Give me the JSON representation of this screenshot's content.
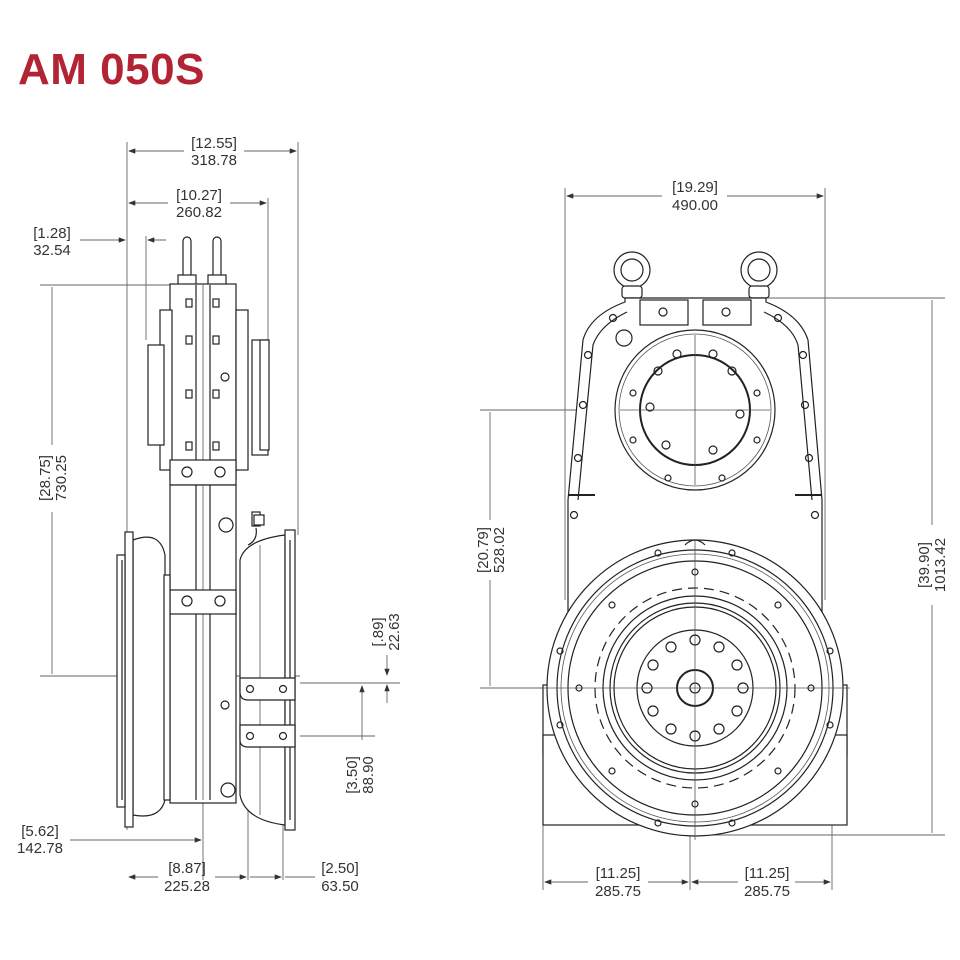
{
  "title": "AM 050S",
  "colors": {
    "title": "#b22333",
    "linework": "#222222",
    "dimension_text": "#333333"
  },
  "side_view": {
    "dimensions": {
      "overall_width": {
        "inch": "[12.55]",
        "mm": "318.78"
      },
      "housing_width": {
        "inch": "[10.27]",
        "mm": "260.82"
      },
      "offset_top": {
        "inch": "[1.28]",
        "mm": "32.54"
      },
      "height_to_center": {
        "inch": "[28.75]",
        "mm": "730.25"
      },
      "small_offset": {
        "inch": "[.89]",
        "mm": "22.63"
      },
      "mount_spacing": {
        "inch": "[3.50]",
        "mm": "88.90"
      },
      "flange_to_center": {
        "inch": "[5.62]",
        "mm": "142.78"
      },
      "base_width": {
        "inch": "[8.87]",
        "mm": "225.28"
      },
      "mount_depth": {
        "inch": "[2.50]",
        "mm": "63.50"
      }
    }
  },
  "front_view": {
    "dimensions": {
      "overall_width": {
        "inch": "[19.29]",
        "mm": "490.00"
      },
      "shaft_distance": {
        "inch": "[20.79]",
        "mm": "528.02"
      },
      "overall_height": {
        "inch": "[39.90]",
        "mm": "1013.42"
      },
      "left_half_width": {
        "inch": "[11.25]",
        "mm": "285.75"
      },
      "right_half_width": {
        "inch": "[11.25]",
        "mm": "285.75"
      }
    }
  }
}
